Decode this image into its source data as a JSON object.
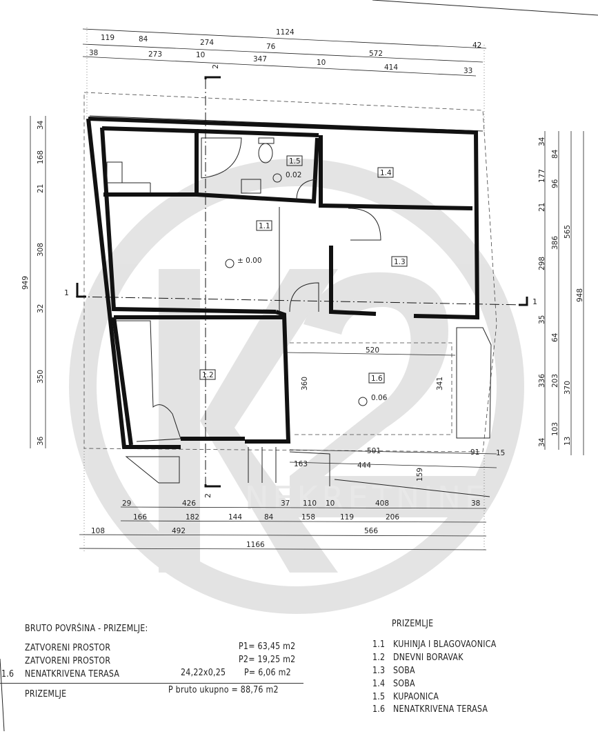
{
  "watermark": {
    "logo": "K2",
    "text": "NEKRETNINE"
  },
  "rooms": [
    {
      "id": "1.1"
    },
    {
      "id": "1.2"
    },
    {
      "id": "1.3"
    },
    {
      "id": "1.4"
    },
    {
      "id": "1.5"
    },
    {
      "id": "1.6"
    }
  ],
  "levels": {
    "bath": "0.02",
    "main": "± 0.00",
    "terrace": "0.06"
  },
  "sections": {
    "s1": "1",
    "s2": "2"
  },
  "dims": {
    "top": [
      "1124",
      "119",
      "84",
      "274",
      "76",
      "572",
      "42",
      "38",
      "273",
      "10",
      "347",
      "10",
      "414",
      "33"
    ],
    "left": [
      "34",
      "168",
      "21",
      "308",
      "32",
      "350",
      "36",
      "949"
    ],
    "right": [
      "34",
      "177",
      "21",
      "298",
      "35",
      "336",
      "34",
      "84",
      "96",
      "386",
      "64",
      "203",
      "103",
      "565",
      "370",
      "13",
      "948"
    ],
    "bottom": [
      "29",
      "426",
      "37",
      "110",
      "10",
      "408",
      "38",
      "166",
      "182",
      "144",
      "84",
      "158",
      "119",
      "206",
      "108",
      "492",
      "566",
      "1166"
    ],
    "inner": [
      "501",
      "91",
      "15",
      "444",
      "163",
      "159",
      "520",
      "360",
      "341"
    ]
  },
  "area_table": {
    "title": "BRUTO POVRŠINA - PRIZEMLJE:",
    "rows": [
      {
        "num": "",
        "name": "ZATVORENI PROSTOR",
        "calc": "",
        "value": "P1= 63,45  m2"
      },
      {
        "num": "",
        "name": "ZATVORENI PROSTOR",
        "calc": "",
        "value": "P2= 19,25  m2"
      },
      {
        "num": "1.6",
        "name": "NENATKRIVENA TERASA",
        "calc": "24,22x0,25",
        "value": "P=   6,06  m2"
      }
    ],
    "total_label": "PRIZEMLJE",
    "total_value": "P bruto ukupno =  88,76  m2"
  },
  "room_legend": {
    "title": "PRIZEMLJE",
    "items": [
      {
        "num": "1.1",
        "name": "KUHINJA I BLAGOVAONICA"
      },
      {
        "num": "1.2",
        "name": "DNEVNI BORAVAK"
      },
      {
        "num": "1.3",
        "name": "SOBA"
      },
      {
        "num": "1.4",
        "name": "SOBA"
      },
      {
        "num": "1.5",
        "name": "KUPAONICA"
      },
      {
        "num": "1.6",
        "name": "NENATKRIVENA TERASA"
      }
    ]
  }
}
